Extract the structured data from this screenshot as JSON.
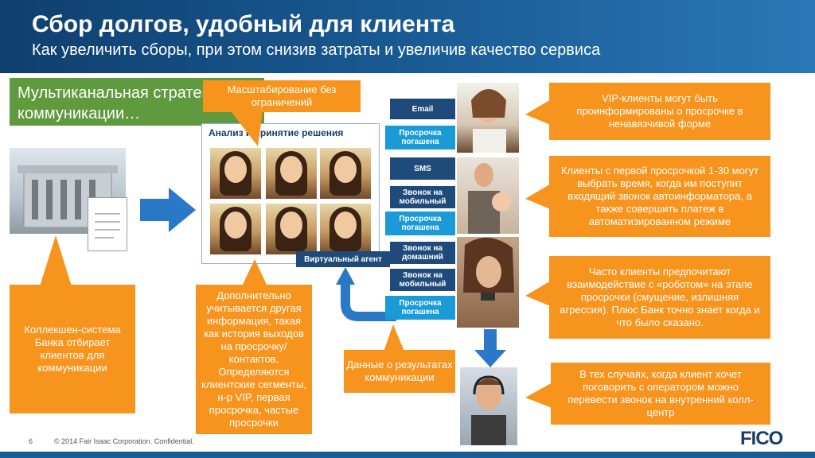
{
  "header": {
    "title": "Сбор долгов, удобный для клиента",
    "subtitle": "Как увеличить сборы, при этом снизив затраты и увеличив качество сервиса"
  },
  "multichannel": "Мультиканальная стратегия коммуникации…",
  "scaling_callout": "Масштабирование без ограничений",
  "analysis_label": "Анализ и принятие решения",
  "virtual_agent": "Виртуальный агент",
  "channels": [
    "Email",
    "Просрочка погашена",
    "SMS",
    "Звонок на мобильный",
    "Просрочка погашена",
    "Звонок на домашний",
    "Звонок на мобильный",
    "Просрочка погашена"
  ],
  "left_callout": "Коллекшен-система Банка отбирает клиентов для коммуникации",
  "middle_callout": "Дополнительно учитывается другая информация, такая как история выходов на просрочку/ контактов. Определяются клиентские сегменты, н-р VIP, первая просрочка, частые просрочки",
  "results_callout": "Данные о результатах коммуникации",
  "right_callouts": [
    "VIP-клиенты могут быть проинформированы о просрочке в ненавязчивой форме",
    "Клиенты с первой просрочкой 1-30 могут выбрать время, когда им поступит входящий звонок автоинформатора, а также совершить платеж в автоматизированном режиме",
    "Часто клиенты предпочитают взаимодействие с «роботом» на этапе просрочки (смущение, излишняя агрессия). Плюс Банк точно знает когда и что было сказано.",
    "В тех случаях, когда клиент хочет поговорить с оператором можно перевести звонок на внутренний колл-центр"
  ],
  "footer": {
    "page": "6",
    "copyright": "© 2014 Fair Isaac Corporation. Confidential.",
    "logo": "FICO"
  },
  "colors": {
    "orange": "#f7941d",
    "navy": "#1f4b7a",
    "teal": "#1a9bd7",
    "green": "#5f9a3e",
    "arrow_blue": "#2a78c8"
  }
}
